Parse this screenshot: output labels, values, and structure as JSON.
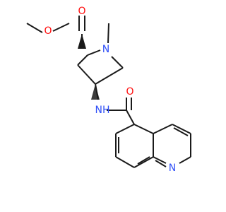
{
  "molecule": {
    "atoms": [
      {
        "id": "O_methoxy",
        "symbol": "O",
        "color": "#ff0d0d"
      },
      {
        "id": "O_ester_carbonyl",
        "symbol": "O",
        "color": "#ff0d0d"
      },
      {
        "id": "N_pyrrolidine",
        "symbol": "N",
        "color": "#3050f8"
      },
      {
        "id": "N_amide",
        "symbol": "NH",
        "color": "#3050f8"
      },
      {
        "id": "O_amide_carbonyl",
        "symbol": "O",
        "color": "#ff0d0d"
      },
      {
        "id": "N_isoquinoline",
        "symbol": "N",
        "color": "#3050f8"
      }
    ],
    "bond_color": "#1a1a1a"
  }
}
